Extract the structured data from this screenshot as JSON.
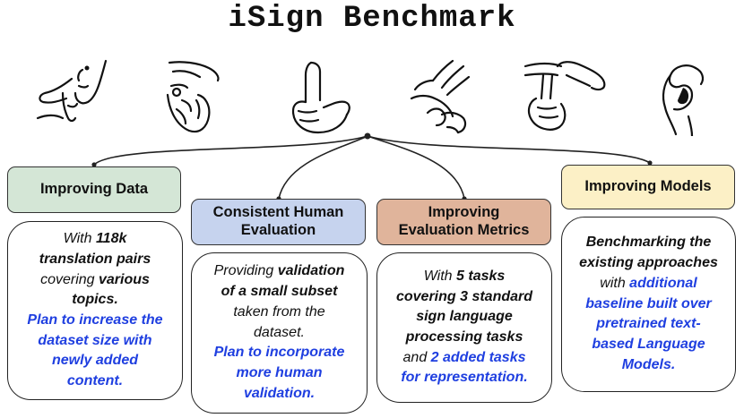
{
  "title": "iSign Benchmark",
  "colors": {
    "green": "#d4e6d6",
    "blue": "#c6d3ee",
    "orange": "#e0b49b",
    "yellow": "#fcf0c6",
    "plan_text": "#1f3fe0"
  },
  "icons": [
    "hand-on-face-icon",
    "pointing-hand-icon",
    "l-sign-hand-icon",
    "clasped-hands-icon",
    "t-sign-hands-icon",
    "c-sign-hand-icon"
  ],
  "categories": [
    {
      "title": "Improving Data",
      "lines": [
        "With 118k",
        "translation pairs",
        "covering various",
        "topics.",
        "Plan to increase the",
        "dataset size with",
        "newly added",
        "content."
      ]
    },
    {
      "title_lines": [
        "Consistent Human",
        "Evaluation"
      ],
      "lines": [
        "Providing validation",
        "of a small subset",
        "taken from the",
        "dataset.",
        "Plan to incorporate",
        "more human",
        "validation."
      ]
    },
    {
      "title_lines": [
        "Improving",
        "Evaluation Metrics"
      ],
      "lines": [
        "With 5 tasks",
        "covering 3 standard",
        "sign language",
        "processing tasks",
        "and 2 added tasks",
        "for representation."
      ]
    },
    {
      "title": "Improving Models",
      "lines": [
        "Benchmarking the",
        "existing approaches",
        "with additional",
        "baseline built over",
        "pretrained text-",
        "based Language",
        "Models."
      ]
    }
  ]
}
